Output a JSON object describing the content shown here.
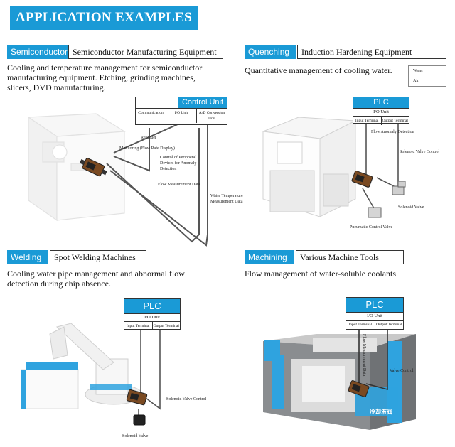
{
  "banner": "APPLICATION EXAMPLES",
  "colors": {
    "accent": "#1a9ad6",
    "machine_blue": "#2fa3df",
    "machine_gray": "#7b7f83"
  },
  "semiconductors": {
    "tag": "Semiconductors",
    "subtitle": "Semiconductor Manufacturing Equipment",
    "desc_lines": [
      "Cooling and temperature management for semiconductor",
      "manufacturing equipment. Etching, grinding machines,",
      "slicers, DVD manufacturing."
    ],
    "unit_title": "Control Unit",
    "cells": [
      "Communication",
      "I/O Unit",
      "A/D Conversion Unit"
    ],
    "labels": [
      "Recorder",
      "Monitoring (Flow Rate Display)",
      "Control of Peripheral",
      "Devices for Anomaly",
      "Detection",
      "Flow Measurement Data",
      "Water Temperature",
      "Measurement Data"
    ]
  },
  "quenching": {
    "tag": "Quenching",
    "subtitle": "Induction Hardening Equipment",
    "desc": "Quantitative management of cooling water.",
    "legend": [
      "Water",
      "Air"
    ],
    "plc": "PLC",
    "io": "I/O Unit",
    "cells": [
      "Input Terminal",
      "Output Terminal"
    ],
    "labels": [
      "Flow Anomaly Detection",
      "Solenoid Valve Control",
      "Solenoid Valve",
      "Pneumatic Control Valve"
    ]
  },
  "welding": {
    "tag": "Welding",
    "subtitle": "Spot Welding Machines",
    "desc_lines": [
      "Cooling water pipe management and abnormal flow",
      "detection during chip absence."
    ],
    "plc": "PLC",
    "io": "I/O Unit",
    "cells": [
      "Input Terminal",
      "Output Terminal"
    ],
    "labels": [
      "Solenoid Valve Control",
      "Solenoid Valve"
    ]
  },
  "machining": {
    "tag": "Machining",
    "subtitle": "Various Machine Tools",
    "desc": "Flow management of water-soluble coolants.",
    "plc": "PLC",
    "io": "I/O Unit",
    "cells": [
      "Input Terminal",
      "Output Terminal"
    ],
    "labels": [
      "Flow Measurement Data",
      "Valve Control"
    ],
    "cn_label": "冷却液阀"
  }
}
